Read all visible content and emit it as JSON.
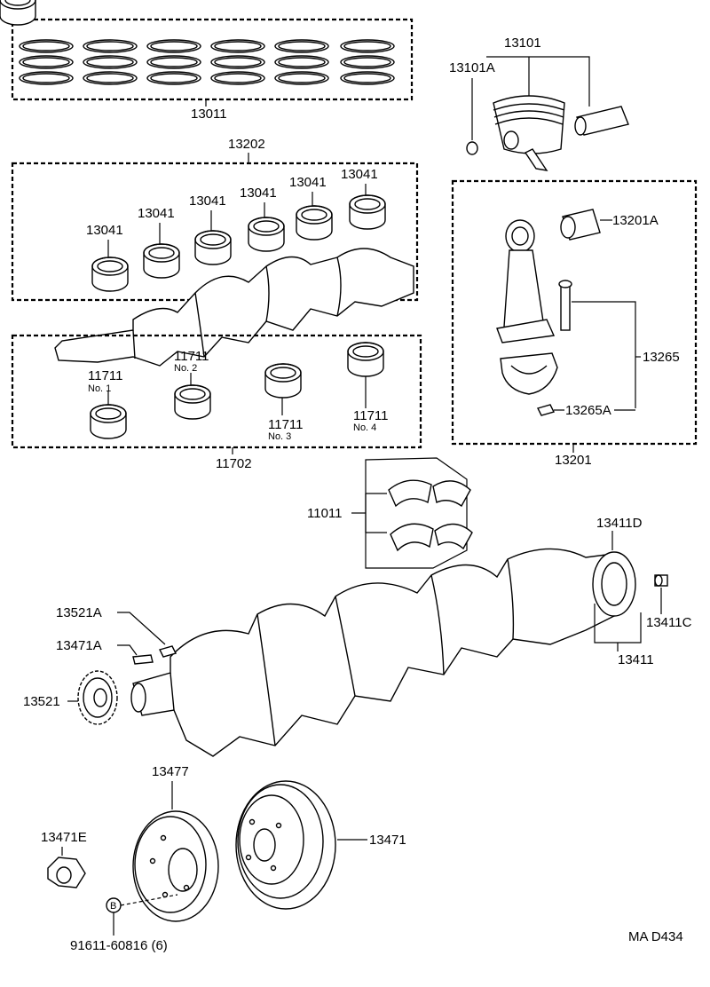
{
  "labels": {
    "piston_ring_set": "13011",
    "piston_sub_assy": "13101",
    "piston_pin_snap_ring": "13101A",
    "conrod_bearing_set": "13202",
    "conrod_bearing_1": "13041",
    "conrod_bearing_2": "13041",
    "conrod_bearing_3": "13041",
    "conrod_bearing_4": "13041",
    "conrod_bearing_5": "13041",
    "conrod_bearing_6": "13041",
    "conrod_bushing": "13201A",
    "conrod_bolt_set": "13265",
    "conrod_nut": "13265A",
    "conrod_assy": "13201",
    "main_bearing_set": "11702",
    "main_bearing_no1": "11711",
    "main_bearing_no1_sub": "No. 1",
    "main_bearing_no2": "11711",
    "main_bearing_no2_sub": "No. 2",
    "main_bearing_no3": "11711",
    "main_bearing_no3_sub": "No. 3",
    "main_bearing_no4": "11711",
    "main_bearing_no4_sub": "No. 4",
    "thrust_washer_set": "11011",
    "crankshaft_bearing_d": "13411D",
    "crankshaft_pin_c": "13411C",
    "crankshaft": "13411",
    "key_13521a": "13521A",
    "key_13471a": "13471A",
    "crank_timing_gear": "13521",
    "pulley_13477": "13477",
    "crank_pulley": "13471",
    "pulley_bolt": "13471E",
    "bolt_marker": "B",
    "bolt_part_number": "91611-60816 (6)",
    "drawing_code": "MA  D434"
  },
  "colors": {
    "ink": "#000000",
    "paper": "#ffffff"
  }
}
